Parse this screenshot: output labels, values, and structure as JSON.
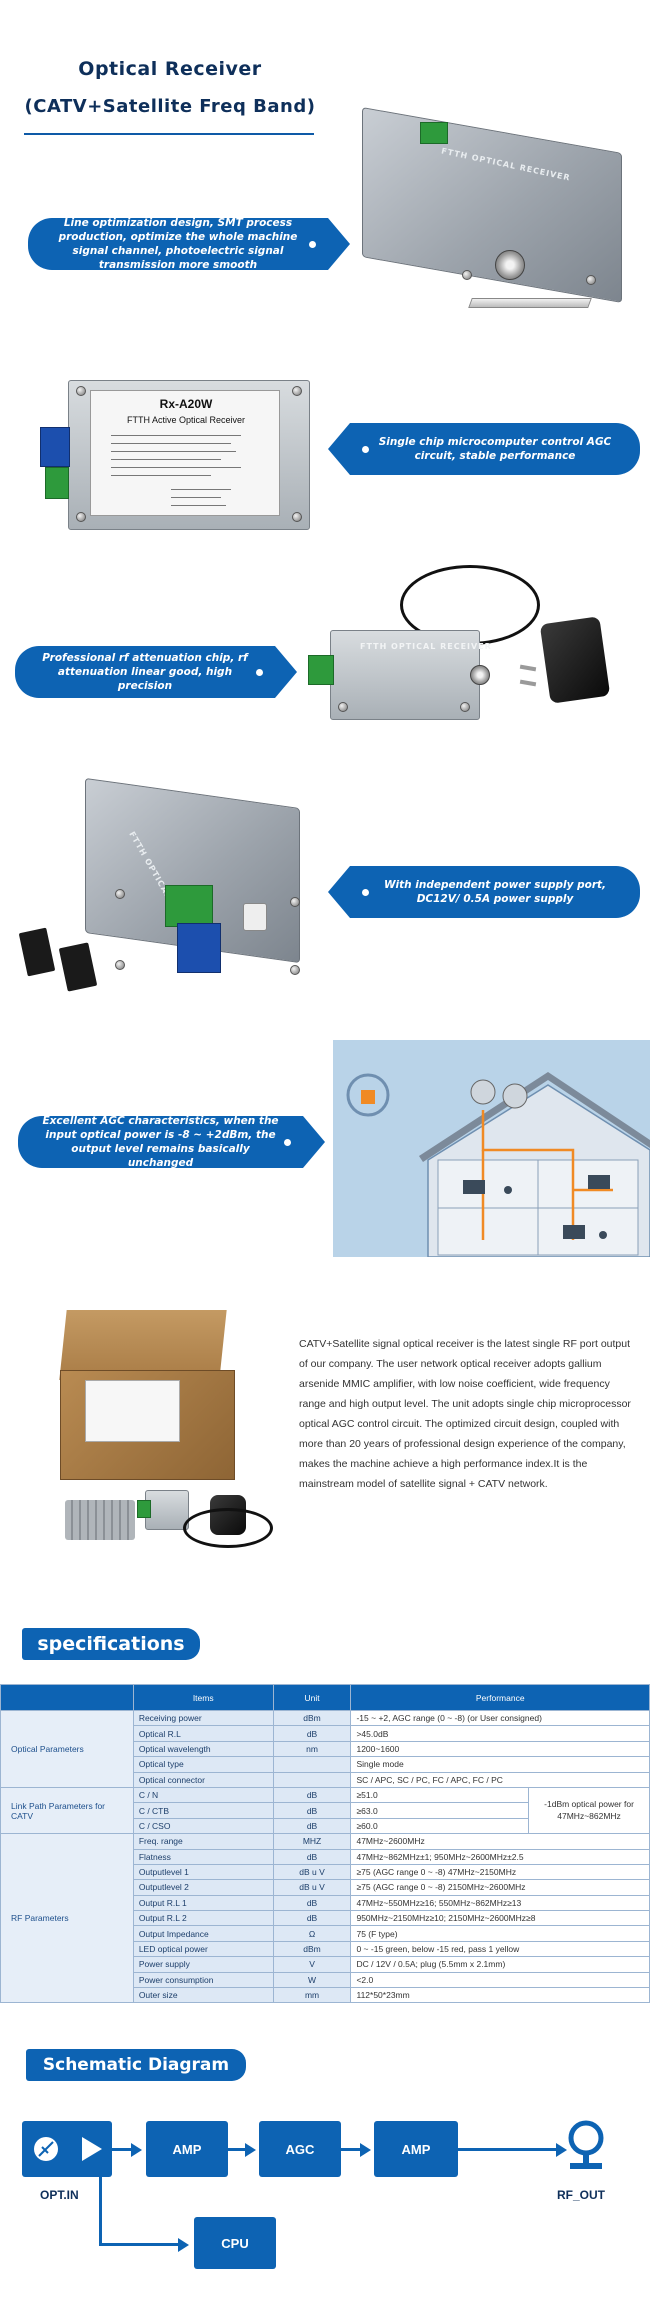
{
  "header": {
    "title": "Optical Receiver",
    "subtitle": "(CATV+Satellite Freq Band)"
  },
  "features": [
    "Line optimization design, SMT process production, optimize the whole machine signal channel, photoelectric signal transmission more smooth",
    "Single chip microcomputer control AGC circuit, stable performance",
    "Professional rf attenuation chip, rf attenuation linear good, high precision",
    "With independent power supply port, DC12V/ 0.5A power supply",
    "Excellent AGC characteristics, when the input optical power is -8 ~ +2dBm, the output level  remains basically unchanged"
  ],
  "device_labels": {
    "box1_brand": "FTTH OPTICAL RECEIVER",
    "box2_model": "Rx-A20W",
    "box2_name": "FTTH Active Optical Receiver",
    "box3_brand": "FTTH OPTICAL RECEIVER",
    "box4_brand": "FTTH OPTICAL RECEIVER"
  },
  "description": "CATV+Satellite signal optical receiver is the latest single RF port output of our company. The user network optical receiver adopts gallium arsenide MMIC amplifier, with low noise coefficient, wide frequency range and high output level. The unit adopts single chip microprocessor optical AGC control circuit. The optimized circuit design, coupled with more than 20 years of professional design experience of the company, makes the machine achieve a high performance index.It is the mainstream model of satellite signal + CATV network.",
  "specifications": {
    "title": "specifications",
    "headers": [
      "Items",
      "Unit",
      "Performance"
    ],
    "groups": [
      {
        "name": "Optical Parameters",
        "rows": [
          [
            "Receiving power",
            "dBm",
            "-15 ~ +2, AGC range (0 ~ -8) (or User consigned)"
          ],
          [
            "Optical R.L",
            "dB",
            ">45.0dB"
          ],
          [
            "Optical wavelength",
            "nm",
            "1200~1600"
          ],
          [
            "Optical type",
            "",
            "Single mode"
          ],
          [
            "Optical connector",
            "",
            "SC / APC, SC / PC, FC / APC, FC / PC"
          ]
        ]
      },
      {
        "name": "Link Path Parameters for CATV",
        "rows": [
          [
            "C / N",
            "dB",
            "≥51.0"
          ],
          [
            "C / CTB",
            "dB",
            "≥63.0"
          ],
          [
            "C / CSO",
            "dB",
            "≥60.0"
          ]
        ],
        "note": "-1dBm optical power for 47MHz~862MHz"
      },
      {
        "name": "RF Parameters",
        "rows": [
          [
            "Freq. range",
            "MHZ",
            "47MHz~2600MHz"
          ],
          [
            "Flatness",
            "dB",
            "47MHz~862MHz±1; 950MHz~2600MHz±2.5"
          ],
          [
            "Outputlevel 1",
            "dB u V",
            "≥75 (AGC range 0 ~ -8) 47MHz~2150MHz"
          ],
          [
            "Outputlevel 2",
            "dB u V",
            "≥75 (AGC range 0 ~ -8) 2150MHz~2600MHz"
          ],
          [
            "Output R.L 1",
            "dB",
            "47MHz~550MHz≥16; 550MHz~862MHz≥13"
          ],
          [
            "Output R.L 2",
            "dB",
            "950MHz~2150MHz≥10; 2150MHz~2600MHz≥8"
          ],
          [
            "Output Impedance",
            "Ω",
            "75 (F type)"
          ],
          [
            "LED optical power",
            "dBm",
            "0 ~ -15 green, below -15 red, pass 1 yellow"
          ],
          [
            "Power supply",
            "V",
            "DC / 12V / 0.5A; plug (5.5mm x 2.1mm)"
          ],
          [
            "Power consumption",
            "W",
            "<2.0"
          ],
          [
            "Outer size",
            "mm",
            "112*50*23mm"
          ]
        ]
      }
    ]
  },
  "schematic": {
    "title": "Schematic Diagram",
    "blocks": [
      "AMP",
      "AGC",
      "AMP",
      "CPU"
    ],
    "input_label": "OPT.IN",
    "output_label": "RF_OUT"
  },
  "colors": {
    "accent_blue": "#0d63b3",
    "header_navy": "#0e2f5a",
    "sky": "#b9d3e8"
  }
}
